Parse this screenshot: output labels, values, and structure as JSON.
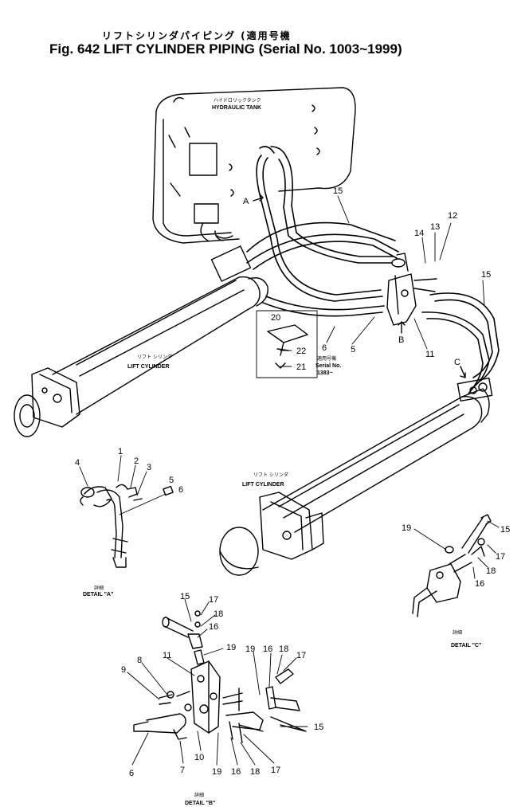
{
  "title": {
    "japanese": "リフトシリンダパイピング (適用号機",
    "english": "Fig. 642 LIFT CYLINDER PIPING (Serial No. 1003~1999)"
  },
  "labels": {
    "hydraulic_tank_jp": "ハイドロリックタンク",
    "hydraulic_tank": "HYDRAULIC TANK",
    "lift_cylinder_left_jp": "リフト シリンダ",
    "lift_cylinder_left": "LIFT CYLINDER",
    "lift_cylinder_right_jp": "リフト シリンダ",
    "lift_cylinder_right": "LIFT CYLINDER",
    "arrow_a": "A",
    "arrow_b": "B",
    "arrow_c": "C",
    "serial_note_jp": "適用号機",
    "serial_note": "Serial No.",
    "serial_note_range": "1383~",
    "detail_a_jp": "詳細",
    "detail_a": "DETAIL \"A\"",
    "detail_b_jp": "詳細",
    "detail_b": "DETAIL \"B\"",
    "detail_c_jp": "詳細",
    "detail_c": "DETAIL \"C\""
  },
  "part_numbers": {
    "main_15a": "15",
    "main_15b": "15",
    "main_14": "14",
    "main_13": "13",
    "main_12": "12",
    "main_11": "11",
    "main_5": "5",
    "main_6": "6",
    "inset_20": "20",
    "inset_22": "22",
    "inset_21": "21",
    "a_1": "1",
    "a_2": "2",
    "a_3": "3",
    "a_4": "4",
    "a_5": "5",
    "a_6": "6",
    "c_19": "19",
    "c_15": "15",
    "c_17": "17",
    "c_18": "18",
    "c_16": "16",
    "b_15a": "15",
    "b_17a": "17",
    "b_18a": "18",
    "b_16a": "16",
    "b_19a": "19",
    "b_11": "11",
    "b_8": "8",
    "b_9": "9",
    "b_19b": "19",
    "b_16b": "16",
    "b_18b": "18",
    "b_17b": "17",
    "b_15b": "15",
    "b_6": "6",
    "b_7": "7",
    "b_10": "10",
    "b_19c": "19",
    "b_16c": "16",
    "b_18c": "18",
    "b_17c": "17"
  }
}
